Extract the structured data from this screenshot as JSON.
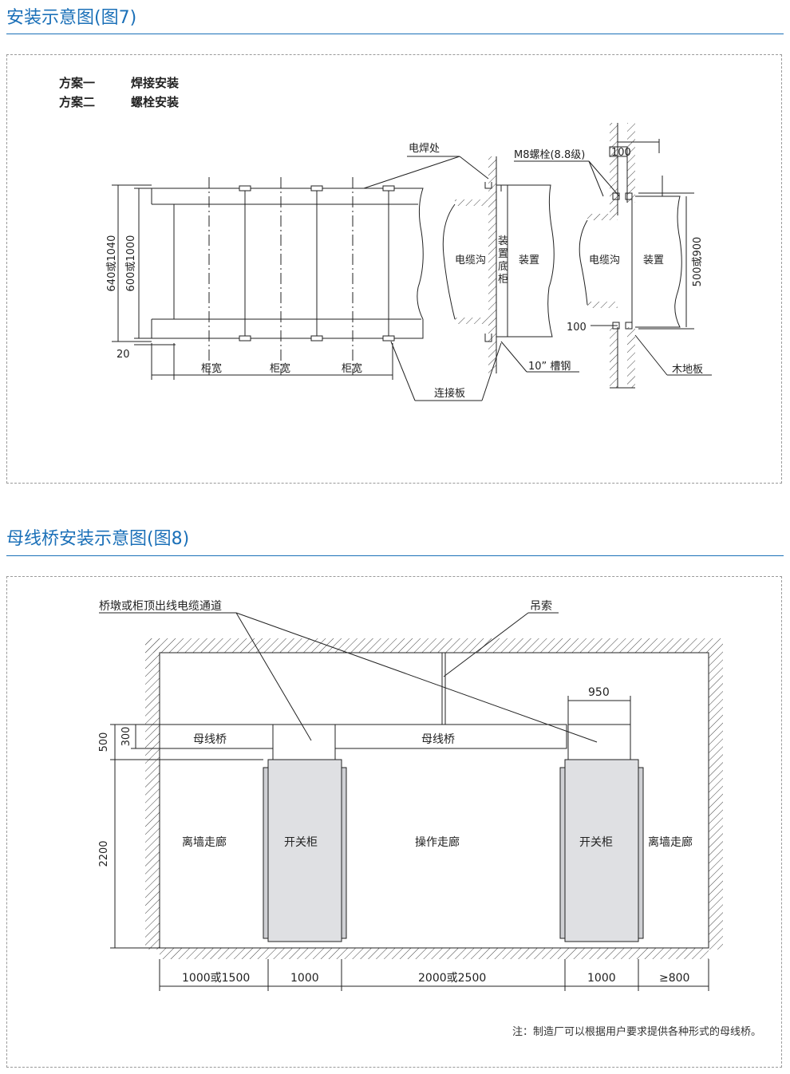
{
  "fig7": {
    "title": "安装示意图(图7)",
    "schemes": [
      {
        "name": "方案一",
        "method": "焊接安装"
      },
      {
        "name": "方案二",
        "method": "螺栓安装"
      }
    ],
    "labels": {
      "weld": "电焊处",
      "bolt": "M8螺栓(8.8级)",
      "dim100_top": "100",
      "dim100_bot": "100",
      "dim_height_outer": "640或1040",
      "dim_height_inner": "600或1000",
      "dim20": "20",
      "cabinet_width_1": "柜宽",
      "cabinet_width_2": "柜宽",
      "cabinet_width_3": "柜宽",
      "connect_plate": "连接板",
      "cable_trench_1": "电缆沟",
      "base_cabinet": "装置底柜",
      "device_1": "装置",
      "channel_steel": "10” 槽钢",
      "cable_trench_2": "电缆沟",
      "device_2": "装置",
      "dim500_900": "500或900",
      "wood_floor": "木地板"
    }
  },
  "fig8": {
    "title": "母线桥安装示意图(图8)",
    "labels": {
      "bridge_channel": "桥墩或柜顶出线电缆通道",
      "hanger": "吊索",
      "dim950": "950",
      "dim500": "500",
      "dim300": "300",
      "busbar_left": "母线桥",
      "busbar_mid": "母线桥",
      "dim2200": "2200",
      "corridor_left": "离墙走廊",
      "switchgear_left": "开关柜",
      "operation_corridor": "操作走廊",
      "switchgear_right": "开关柜",
      "corridor_right": "离墙走廊",
      "bottom_dims": [
        "1000或1500",
        "1000",
        "2000或2500",
        "1000",
        "≥800"
      ]
    },
    "note": "注：制造厂可以根据用户要求提供各种形式的母线桥。"
  },
  "colors": {
    "accent": "#1b70b8",
    "cabinet_fill": "#dfe0e3"
  }
}
